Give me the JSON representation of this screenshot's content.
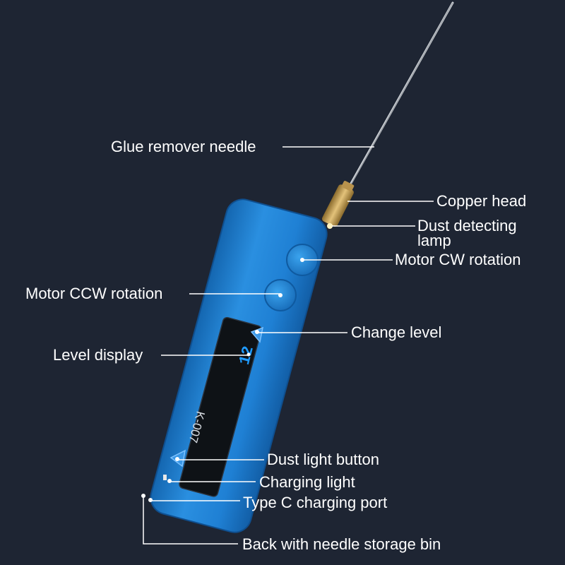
{
  "device": {
    "model_text": "K-007",
    "level_digits": "12"
  },
  "callouts": [
    {
      "key": "glue_needle",
      "text": "Glue remover needle"
    },
    {
      "key": "copper_head",
      "text": "Copper head"
    },
    {
      "key": "dust_lamp",
      "text": "Dust detecting lamp"
    },
    {
      "key": "motor_cw",
      "text": "Motor CW rotation"
    },
    {
      "key": "motor_ccw",
      "text": "Motor CCW rotation"
    },
    {
      "key": "change_level",
      "text": "Change level"
    },
    {
      "key": "level_display",
      "text": "Level display"
    },
    {
      "key": "dust_button",
      "text": "Dust light button"
    },
    {
      "key": "charging_light",
      "text": "Charging light"
    },
    {
      "key": "type_c_port",
      "text": "Type C charging port"
    },
    {
      "key": "needle_bin",
      "text": "Back with needle storage bin"
    }
  ],
  "colors": {
    "background": "#1e2533",
    "body": "#1e7fd0",
    "panel": "#0e1216",
    "copper": "#c9a25a",
    "accent_digit": "#1f9bff"
  }
}
